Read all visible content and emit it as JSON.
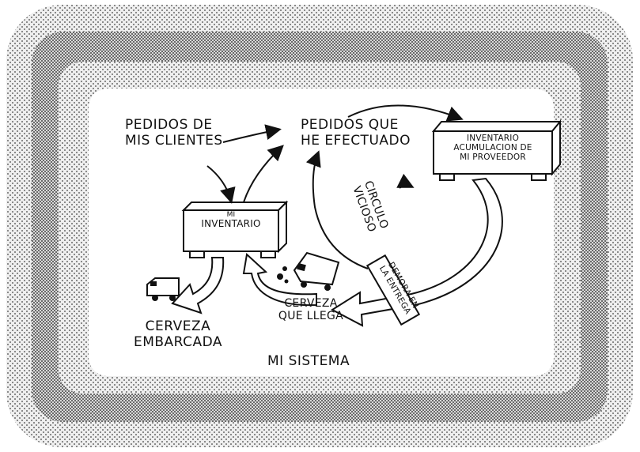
{
  "diagram": {
    "title": "MI SISTEMA",
    "labels": {
      "customer_orders": [
        "PEDIDOS DE",
        "MIS CLIENTES"
      ],
      "orders_placed": [
        "PEDIDOS QUE",
        "HE EFECTUADO"
      ],
      "supplier_inventory": [
        "INVENTARIO",
        "ACUMULACION DE",
        "MI PROVEEDOR"
      ],
      "my_inventory": [
        "MI",
        "INVENTARIO"
      ],
      "vicious_circle": [
        "CIRCULO",
        "VICIOSO"
      ],
      "delivery_delay": [
        "DEMORA EN",
        "LA ENTREGA"
      ],
      "incoming_beer": [
        "CERVEZA",
        "QUE LLEGA"
      ],
      "shipped_beer": [
        "CERVEZA",
        "EMBARCADA"
      ]
    },
    "icons": [
      "truck-icon",
      "delivery-truck-icon"
    ],
    "colors": {
      "ink": "#111111",
      "frame": "#8a8a8a",
      "background": "#ffffff"
    }
  }
}
